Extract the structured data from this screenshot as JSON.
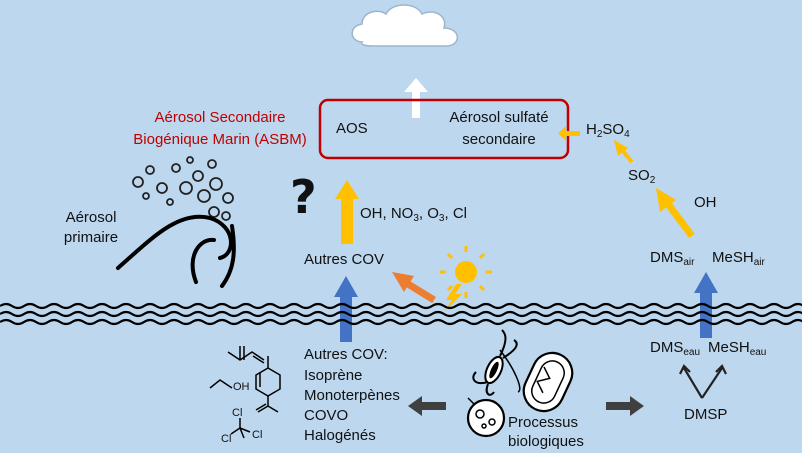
{
  "labels": {
    "asbm_line1": "Aérosol Secondaire",
    "asbm_line2": "Biogénique Marin (ASBM)",
    "aos": "AOS",
    "sulfate_line1": "Aérosol sulfaté",
    "sulfate_line2": "secondaire",
    "h2so4_h": "H",
    "h2so4_2": "2",
    "h2so4_so": "SO",
    "h2so4_4": "4",
    "so2_so": "SO",
    "so2_2": "2",
    "oh_right": "OH",
    "question": "?",
    "oxidants_prefix": "OH, NO",
    "oxidants_3a": "3",
    "oxidants_mid": ", O",
    "oxidants_3b": "3",
    "oxidants_suffix": ", Cl",
    "primary_line1": "Aérosol",
    "primary_line2": "primaire",
    "autres_cov_air": "Autres COV",
    "dms": "DMS",
    "air": "air",
    "mesh": "MeSH",
    "eau": "eau",
    "autres_cov_water": "Autres COV:",
    "isoprene": "Isoprène",
    "monoterpenes": "Monoterpènes",
    "covo": "COVO",
    "halogenes": "Halogénés",
    "processus": "Processus",
    "biologiques": "biologiques",
    "dmsp": "DMSP",
    "oh_mol": "OH",
    "cl1": "Cl",
    "cl2": "Cl",
    "cl3": "Cl"
  },
  "colors": {
    "background": "#bdd7ee",
    "red_box": "#c00000",
    "yellow_arrow": "#ffc000",
    "blue_arrow": "#4472c4",
    "orange_arrow": "#ed7d31",
    "dark_arrow": "#404040",
    "sun": "#ffc000",
    "water_line": "#000000"
  },
  "icons": [
    "cloud-icon",
    "sun-icon",
    "wave-icon",
    "bubbles-icon",
    "copepod-icon",
    "bacterium-icon",
    "diatom-icon",
    "isoprene-molecule-icon",
    "terpene-molecule-icon",
    "ethanol-molecule-icon",
    "chloromethane-molecule-icon"
  ]
}
